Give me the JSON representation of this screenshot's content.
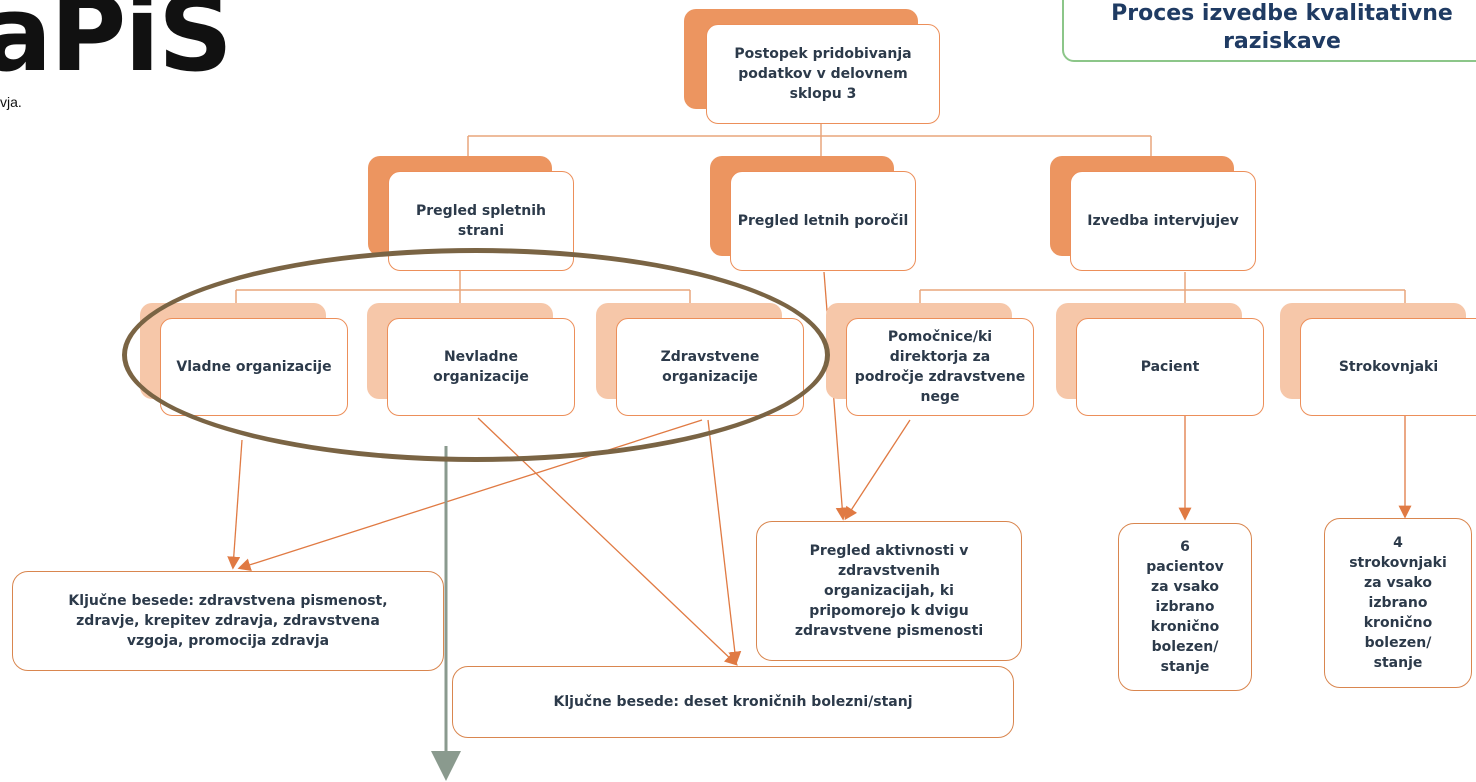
{
  "logo": {
    "text": "aPiS",
    "subtext": "vja."
  },
  "title": {
    "line1": "Proces izvedbe kvalitativne",
    "line2": "raziskave"
  },
  "nodes": {
    "root": "Postopek pridobivanja podatkov v delovnem sklopu 3",
    "web": "Pregled spletnih strani",
    "reports": "Pregled letnih poročil",
    "interviews": "Izvedba intervjujev",
    "gov": "Vladne organizacije",
    "ngo": "Nevladne organizacije",
    "health": "Zdravstvene organizacije",
    "assistant": "Pomočnice/ki direktorja za področje zdravstvene nege",
    "patient": "Pacient",
    "experts": "Strokovnjaki"
  },
  "outputs": {
    "keywords1": "Ključne besede: zdravstvena pismenost,\nzdravje, krepitev zdravja, zdravstvena\nvzgoja, promocija zdravja",
    "keywords2": "Ključne besede: deset kroničnih bolezni/stanj",
    "activities": "Pregled aktivnosti v\nzdravstvenih\norganizacijah, ki\npripomorejo k dvigu\nzdravstvene pismenosti",
    "patients6": "6\npacientov\nza vsako\nizbrano\nkronično\nbolezen/\nstanje",
    "experts4": "4\nstrokovnjaki\nza vsako\nizbrano\nkronično\nbolezen/\nstanje"
  },
  "colors": {
    "box_border": "#ec8f5a",
    "shadow": "#f2b189",
    "connector": "#e8a57c",
    "arrow": "#e07a43",
    "ellipse": "#7a6444",
    "title_border": "#8cc689",
    "title_text": "#1f3b63",
    "grey_arrow": "#8a9a8e"
  }
}
